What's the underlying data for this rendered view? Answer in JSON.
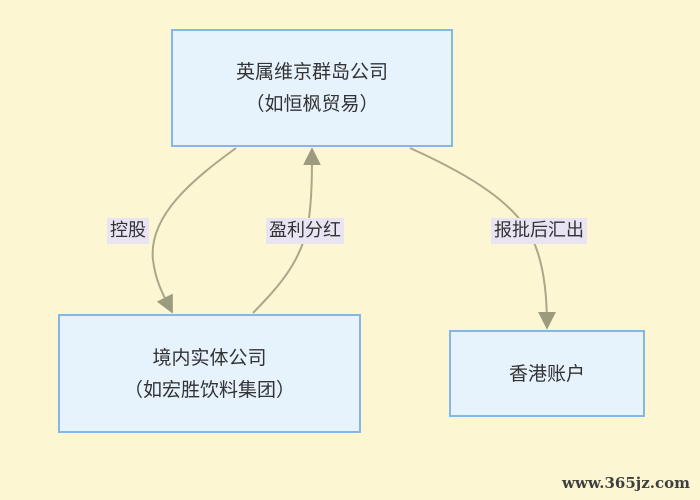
{
  "nodes": {
    "bvi": {
      "line1": "英属维京群岛公司",
      "line2": "（如恒枫贸易）"
    },
    "domestic": {
      "line1": "境内实体公司",
      "line2": "（如宏胜饮料集团）"
    },
    "hk": {
      "line1": "香港账户"
    }
  },
  "edges": {
    "control": "控股",
    "profit": "盈利分红",
    "remit": "报批后汇出"
  },
  "colors": {
    "background": "#fdf6d2",
    "node_fill": "#e6f2fc",
    "node_border": "#86b6e6",
    "edge": "#a9a88a",
    "label_bg": "#e9e3f3"
  },
  "watermark": "www.365jz.com"
}
